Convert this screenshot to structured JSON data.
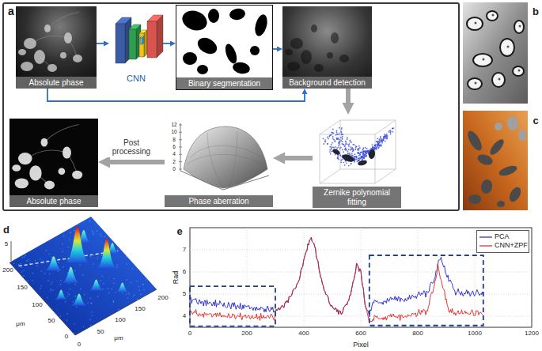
{
  "diagram": {
    "nodes": [
      {
        "text": [
          "a"
        ]
      },
      {
        "text": [
          "Absolute phase"
        ],
        "in": 0
      },
      {
        "text": [
          "CNN"
        ],
        "in": 0
      },
      {
        "text": [
          "Binary segmentation"
        ],
        "in": 0
      },
      {
        "text": [
          "Background detection"
        ],
        "in": 0
      },
      {
        "text": [
          "Zernike polynomial fitting"
        ],
        "in": 0
      },
      {
        "text": [
          "Phase aberration"
        ],
        "in": 0
      },
      {
        "text": [
          "Absolute phase"
        ],
        "in": 0
      }
    ],
    "edges": [
      {
        "from": 1,
        "to": 2,
        "arrow": "to"
      },
      {
        "from": 2,
        "to": 3,
        "arrow": "to"
      },
      {
        "from": 3,
        "to": 4,
        "arrow": "to"
      },
      {
        "from": 1,
        "to": 4,
        "arrow": "to"
      },
      {
        "from": 4,
        "to": 5,
        "arrow": "to"
      },
      {
        "from": 5,
        "to": 6,
        "arrow": "to"
      },
      {
        "from": 6,
        "to": 7,
        "label": "Post processing",
        "arrow": "to"
      }
    ],
    "labels": [
      "b",
      "c",
      "12",
      "10",
      "8",
      "6",
      "4",
      "2",
      "0",
      "d",
      "5",
      "200",
      "150",
      "100",
      "50",
      "0",
      "μm",
      "0",
      "50",
      "100",
      "150",
      "200",
      "μm",
      "e",
      "4",
      "5",
      "6",
      "7",
      "Rad",
      "0",
      "200",
      "400",
      "600",
      "800",
      "1000",
      "1200",
      "Pixel"
    ],
    "legend": [
      {
        "text": "PCA"
      },
      {
        "text": "CNN+ZPF"
      }
    ]
  }
}
